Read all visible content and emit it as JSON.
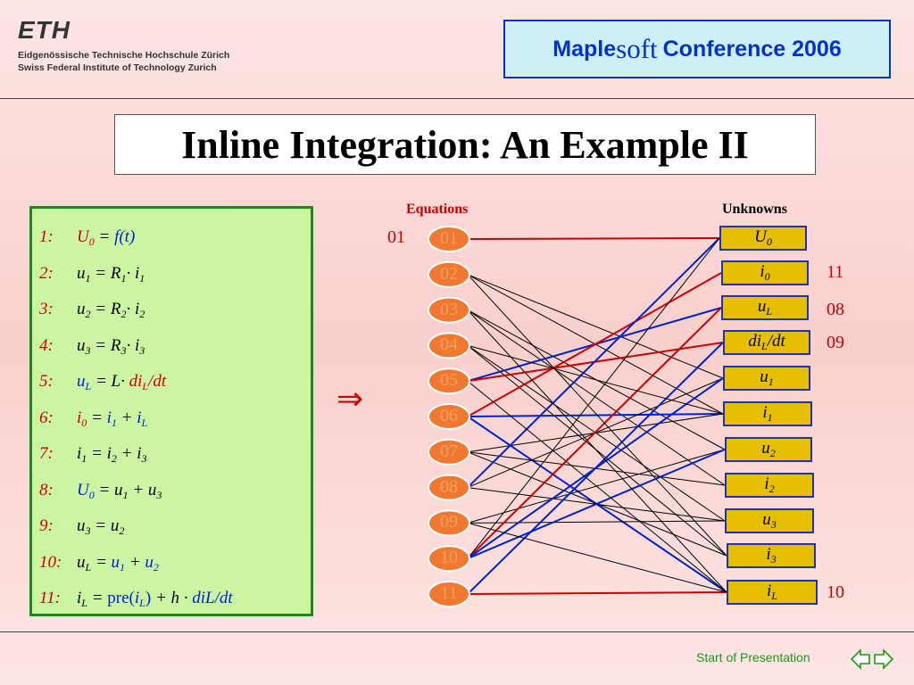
{
  "header": {
    "eth_logo": "ETH",
    "eth_line1": "Eidgenössische Technische Hochschule Zürich",
    "eth_line2": "Swiss Federal Institute of Technology Zurich",
    "maple_bold": "Maple",
    "maple_soft": "soft",
    "maple_conf": "Conference 2006"
  },
  "title": "Inline Integration: An Example II",
  "columns": {
    "equations": "Equations",
    "unknowns": "Unknowns"
  },
  "arrow_symbol": "⇒",
  "equation_nodes": [
    "01",
    "02",
    "03",
    "04",
    "05",
    "06",
    "07",
    "08",
    "09",
    "10",
    "11"
  ],
  "unknown_labels": [
    "U0",
    "i0",
    "uL",
    "diL/dt",
    "u1",
    "i1",
    "u2",
    "i2",
    "u3",
    "i3",
    "iL"
  ],
  "left_numbers": {
    "eq01": "01"
  },
  "right_numbers": {
    "i0": "11",
    "uL": "08",
    "diLdt": "09",
    "iL": "10"
  },
  "colors": {
    "red": "#cc0000",
    "blue": "#0022cc",
    "node_fill": "#f07830",
    "unknown_fill": "#e6bf00"
  },
  "edges": [
    {
      "eq": 1,
      "unk": 0,
      "color": "red"
    },
    {
      "eq": 2,
      "unk": 4,
      "color": "black"
    },
    {
      "eq": 2,
      "unk": 5,
      "color": "black"
    },
    {
      "eq": 3,
      "unk": 6,
      "color": "black"
    },
    {
      "eq": 3,
      "unk": 7,
      "color": "black"
    },
    {
      "eq": 4,
      "unk": 8,
      "color": "black"
    },
    {
      "eq": 4,
      "unk": 9,
      "color": "black"
    },
    {
      "eq": 5,
      "unk": 2,
      "color": "blue"
    },
    {
      "eq": 5,
      "unk": 3,
      "color": "red"
    },
    {
      "eq": 6,
      "unk": 1,
      "color": "red"
    },
    {
      "eq": 6,
      "unk": 5,
      "color": "blue"
    },
    {
      "eq": 6,
      "unk": 10,
      "color": "blue"
    },
    {
      "eq": 7,
      "unk": 5,
      "color": "black"
    },
    {
      "eq": 7,
      "unk": 7,
      "color": "black"
    },
    {
      "eq": 7,
      "unk": 9,
      "color": "black"
    },
    {
      "eq": 8,
      "unk": 0,
      "color": "blue"
    },
    {
      "eq": 8,
      "unk": 4,
      "color": "black"
    },
    {
      "eq": 8,
      "unk": 8,
      "color": "black"
    },
    {
      "eq": 9,
      "unk": 8,
      "color": "black"
    },
    {
      "eq": 9,
      "unk": 6,
      "color": "black"
    },
    {
      "eq": 10,
      "unk": 2,
      "color": "red"
    },
    {
      "eq": 10,
      "unk": 4,
      "color": "blue"
    },
    {
      "eq": 10,
      "unk": 6,
      "color": "blue"
    },
    {
      "eq": 11,
      "unk": 10,
      "color": "red"
    },
    {
      "eq": 11,
      "unk": 3,
      "color": "blue"
    },
    {
      "eq": 5,
      "unk": 10,
      "color": "black"
    },
    {
      "eq": 3,
      "unk": 10,
      "color": "black"
    },
    {
      "eq": 2,
      "unk": 9,
      "color": "black"
    },
    {
      "eq": 4,
      "unk": 5,
      "color": "black"
    },
    {
      "eq": 9,
      "unk": 10,
      "color": "black"
    },
    {
      "eq": 10,
      "unk": 0,
      "color": "black"
    }
  ],
  "footer": {
    "nav_label": "Start of Presentation"
  }
}
